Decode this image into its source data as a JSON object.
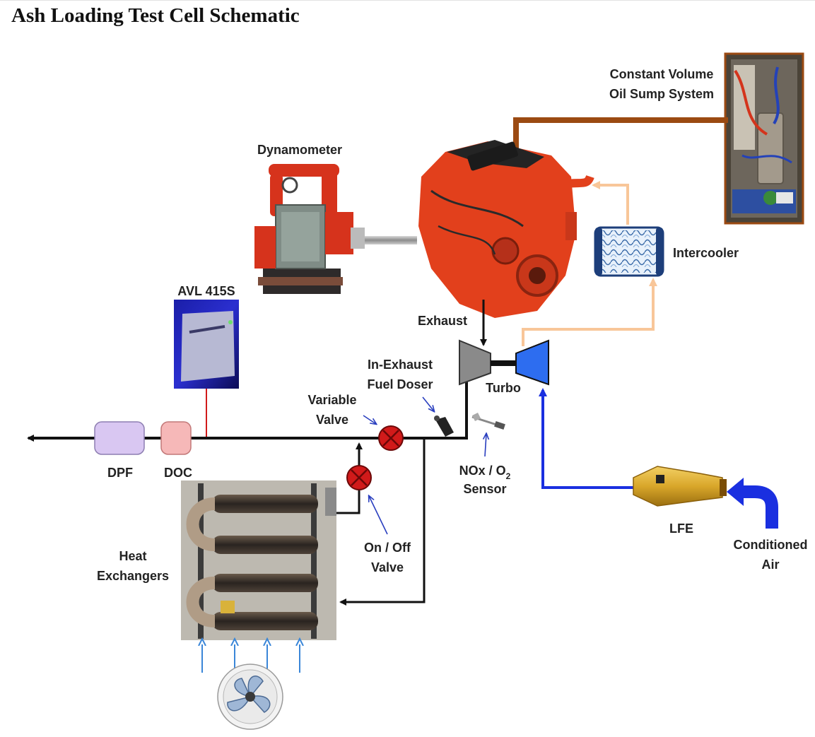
{
  "title": "Ash Loading Test Cell Schematic",
  "labels": {
    "constant_volume_1": "Constant Volume",
    "constant_volume_2": "Oil Sump System",
    "dynamometer": "Dynamometer",
    "intercooler": "Intercooler",
    "avl": "AVL 415S",
    "exhaust": "Exhaust",
    "in_exhaust_1": "In-Exhaust",
    "in_exhaust_2": "Fuel Doser",
    "turbo": "Turbo",
    "variable_1": "Variable",
    "variable_2": "Valve",
    "dpf": "DPF",
    "doc": "DOC",
    "nox_1": "NOx / O",
    "nox_sub": "2",
    "nox_2": "Sensor",
    "on_off_1": "On / Off",
    "on_off_2": "Valve",
    "heat_1": "Heat",
    "heat_2": "Exchangers",
    "lfe": "LFE",
    "conditioned_1": "Conditioned",
    "conditioned_2": "Air"
  },
  "colors": {
    "exhaust_line": "#111111",
    "oil_line": "#9b4a12",
    "charge_air_line": "#f8c699",
    "intake_line": "#1a2fe0",
    "pointer_arrow": "#2a3fbf",
    "valve_red": "#d11a1a",
    "engine_orange": "#e2401c",
    "dpf_fill": "#d9c7f2",
    "doc_fill": "#f6b8b8",
    "turbo_compressor": "#2d6df0",
    "turbo_turbine": "#8a8a8a",
    "lfe_gold": "#d9a72a",
    "fan_arrow": "#3a86d8"
  }
}
